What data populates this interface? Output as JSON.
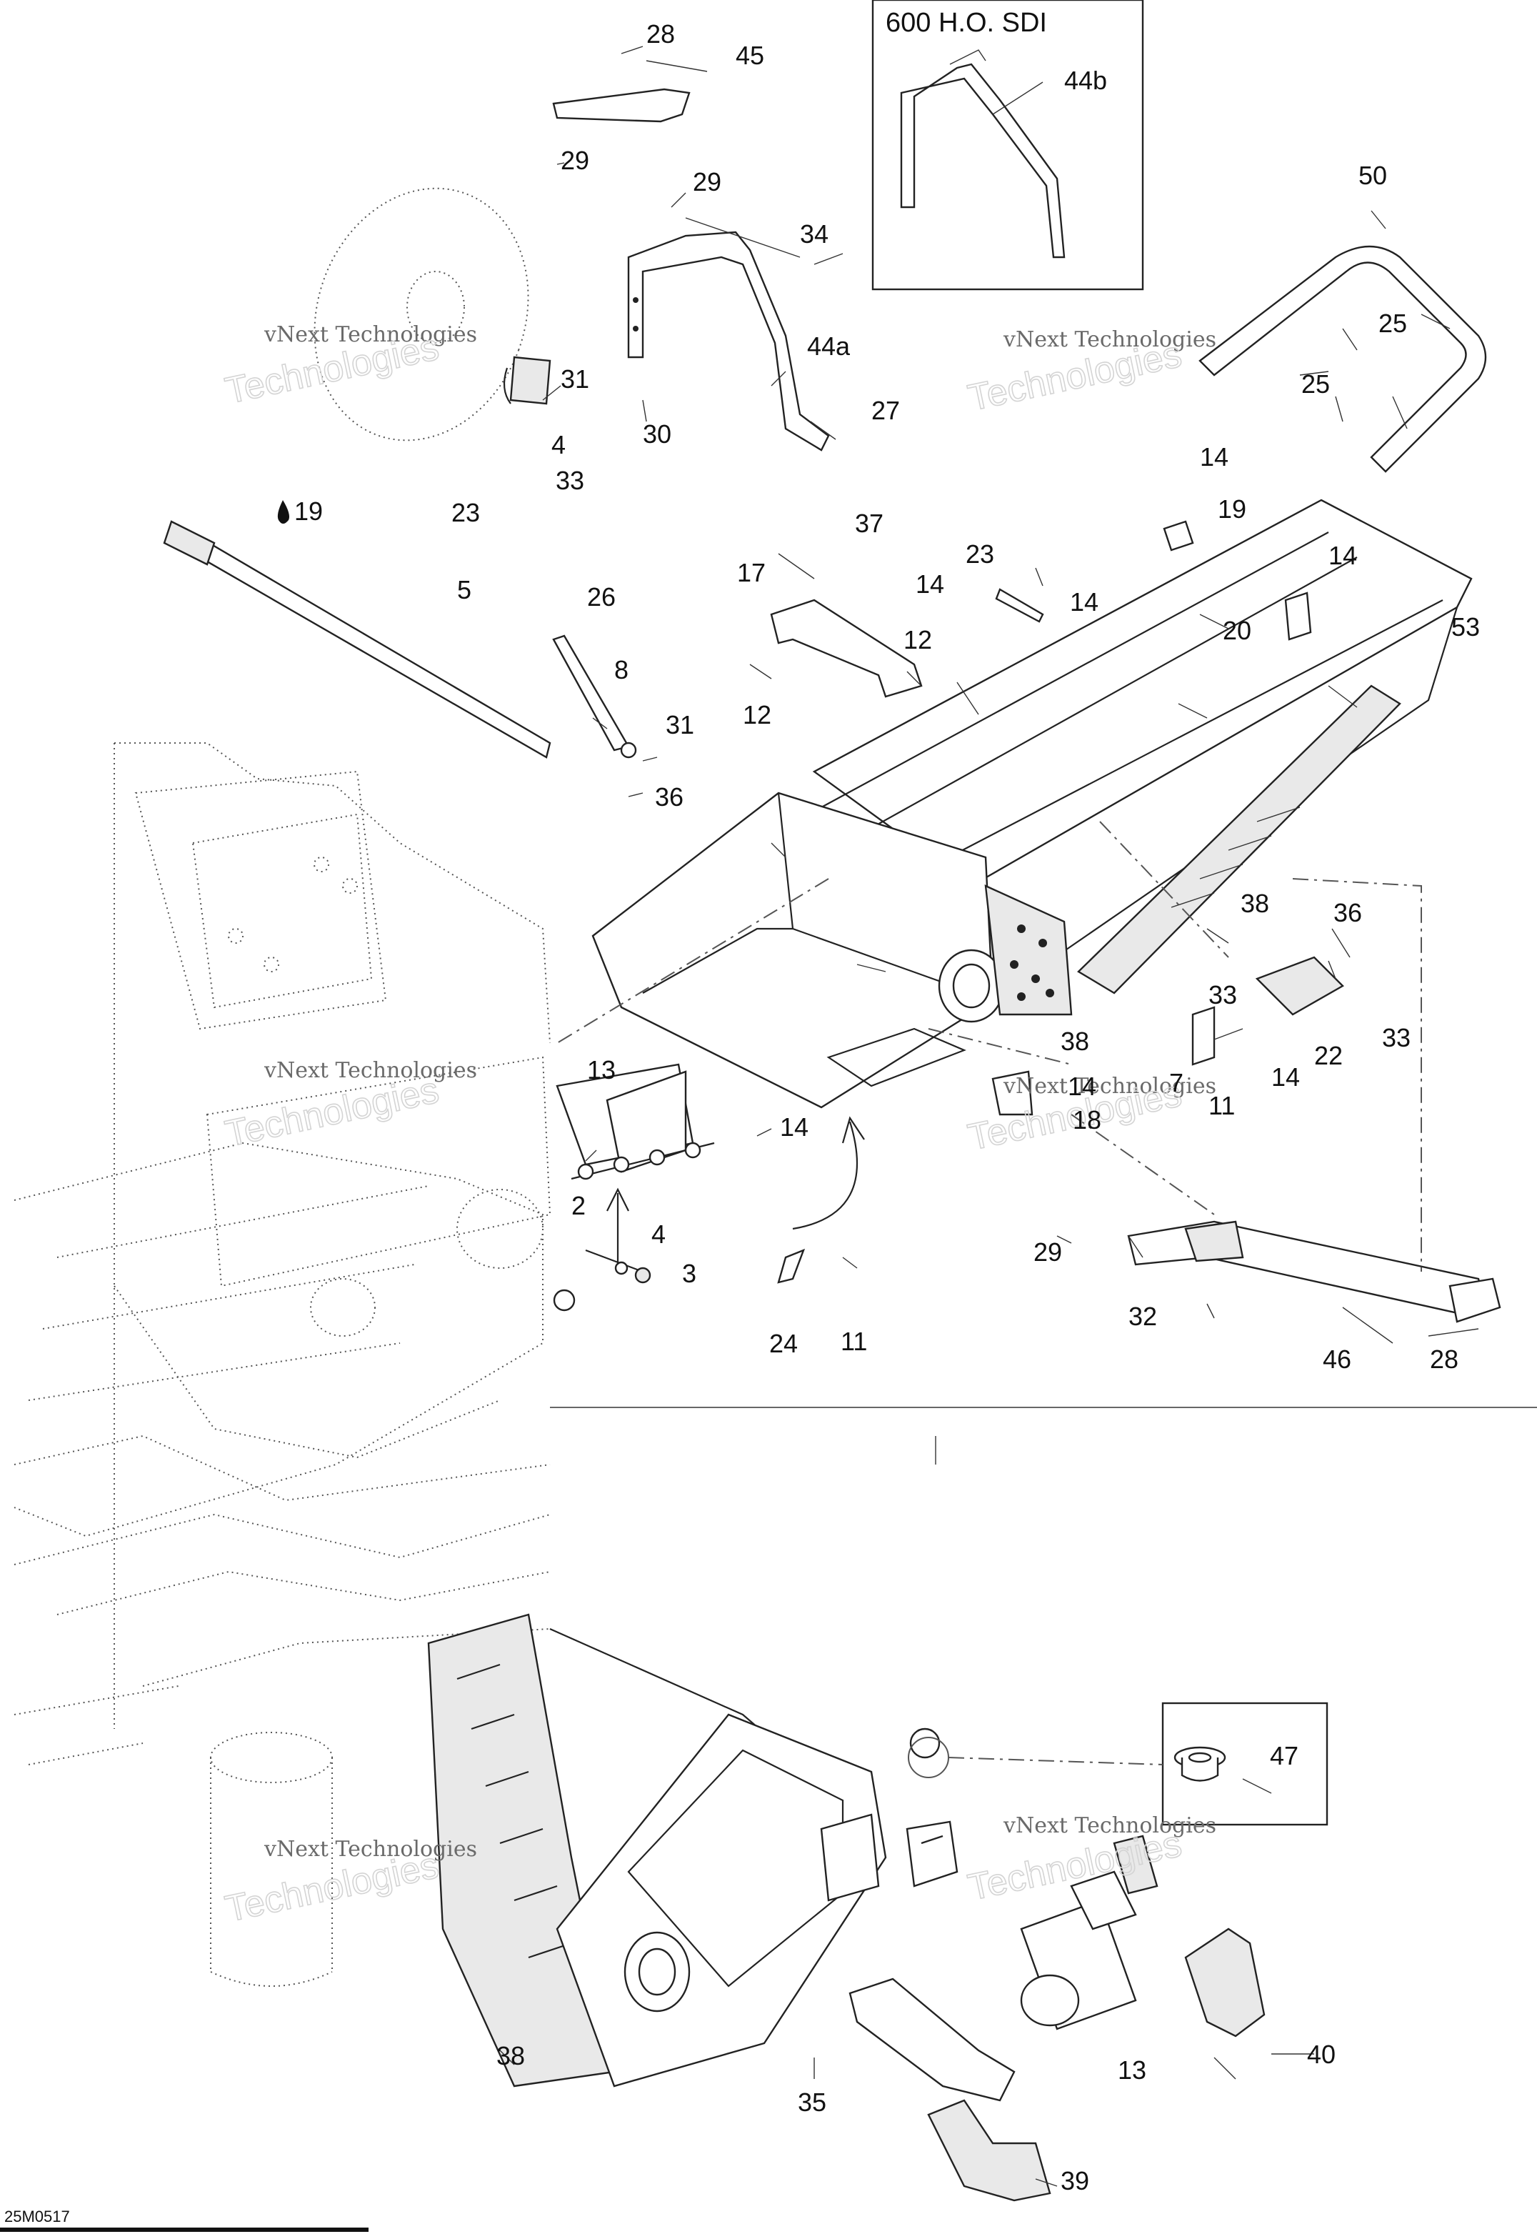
{
  "diagram": {
    "inset_title": "600 H.O. SDI",
    "drawing_code": "25M0517",
    "watermark": {
      "company": "vNext Technologies",
      "word": "Technologies"
    },
    "callouts": [
      "28",
      "45",
      "29",
      "44b",
      "29",
      "34",
      "44a",
      "31",
      "30",
      "27",
      "4",
      "33",
      "23",
      "50",
      "25",
      "25",
      "19",
      "5",
      "26",
      "8",
      "31",
      "36",
      "37",
      "23",
      "14",
      "14",
      "17",
      "12",
      "12",
      "14",
      "19",
      "14",
      "20",
      "53",
      "38",
      "36",
      "33",
      "22",
      "33",
      "14",
      "13",
      "14",
      "2",
      "4",
      "3",
      "24",
      "11",
      "38",
      "7",
      "14",
      "18",
      "11",
      "29",
      "32",
      "46",
      "28",
      "47",
      "38",
      "35",
      "13",
      "40",
      "39"
    ]
  }
}
